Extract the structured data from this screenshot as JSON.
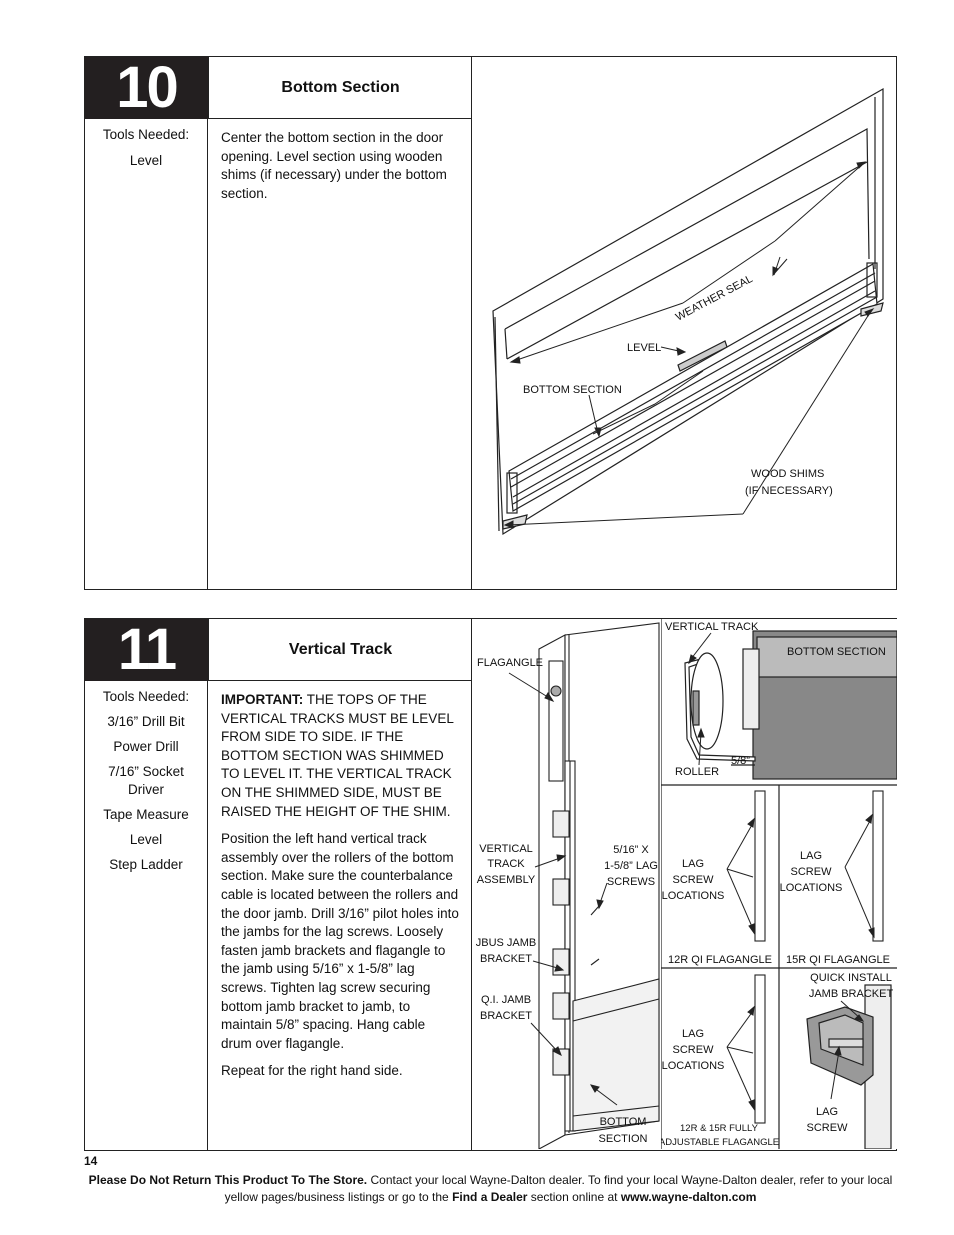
{
  "step10": {
    "number": "10",
    "title": "Bottom Section",
    "tools_heading": "Tools Needed:",
    "tools": [
      "Level"
    ],
    "instructions": [
      "Center the bottom section in the door opening. Level section using wooden shims (if necessary) under the bottom section."
    ],
    "figure_labels": {
      "weather_seal": "WEATHER SEAL",
      "level": "LEVEL",
      "bottom_section": "BOTTOM SECTION",
      "wood_shims_1": "WOOD SHIMS",
      "wood_shims_2": "(IF NECESSARY)"
    }
  },
  "step11": {
    "number": "11",
    "title": "Vertical Track",
    "tools_heading": "Tools Needed:",
    "tools": [
      "3/16” Drill Bit",
      "Power Drill",
      "7/16” Socket Driver",
      "Tape Measure",
      "Level",
      "Step Ladder"
    ],
    "important_label": "IMPORTANT:",
    "important_text": " THE TOPS OF THE VERTICAL TRACKS MUST BE LEVEL FROM SIDE TO SIDE. IF THE BOTTOM SECTION WAS SHIMMED TO LEVEL IT. THE VERTICAL TRACK ON THE SHIMMED SIDE, MUST BE RAISED THE HEIGHT OF THE SHIM.",
    "instructions": [
      "Position the left hand vertical track assembly over the rollers of the bottom section. Make sure the counterbalance cable is located between the rollers and the door jamb. Drill 3/16” pilot holes into the jambs for the lag screws. Loosely fasten jamb brackets and flagangle to the jamb using 5/16” x 1-5/8” lag screws. Tighten lag screw securing bottom jamb bracket to jamb, to maintain 5/8” spacing. Hang cable drum over flagangle.",
      "Repeat for the right hand side."
    ],
    "figure_labels": {
      "flagangle": "FLAGANGLE",
      "vertical_track_assembly": [
        "VERTICAL",
        "TRACK",
        "ASSEMBLY"
      ],
      "lag_screws": [
        "5/16” X",
        "1-5/8” LAG",
        "SCREWS"
      ],
      "jbus_bracket": [
        "JBUS JAMB",
        "BRACKET"
      ],
      "qi_bracket": [
        "Q.I. JAMB",
        "BRACKET"
      ],
      "bottom_section": [
        "BOTTOM",
        "SECTION"
      ],
      "detail_vertical_track": "VERTICAL TRACK",
      "detail_bottom_section": "BOTTOM SECTION",
      "detail_roller": "ROLLER",
      "detail_spacing": "5/8”",
      "lag_locations": [
        "LAG",
        "SCREW",
        "LOCATIONS"
      ],
      "flag_12r": "12R QI FLAGANGLE",
      "flag_15r": "15R QI FLAGANGLE",
      "flag_adjustable": [
        "12R & 15R FULLY",
        "ADJUSTABLE FLAGANGLE"
      ],
      "quick_install": [
        "QUICK INSTALL",
        "JAMB BRACKET"
      ],
      "lag_screw": [
        "LAG",
        "SCREW"
      ]
    }
  },
  "footer": {
    "page_number": "14",
    "bold_1": "Please Do Not Return This Product To The Store.",
    "text_1": " Contact your local Wayne-Dalton dealer. To find your local Wayne-Dalton dealer, refer to your local yellow pages/business listings or go to the ",
    "bold_2": "Find a Dealer",
    "text_2": " section online at ",
    "bold_3": "www.wayne-dalton.com"
  }
}
